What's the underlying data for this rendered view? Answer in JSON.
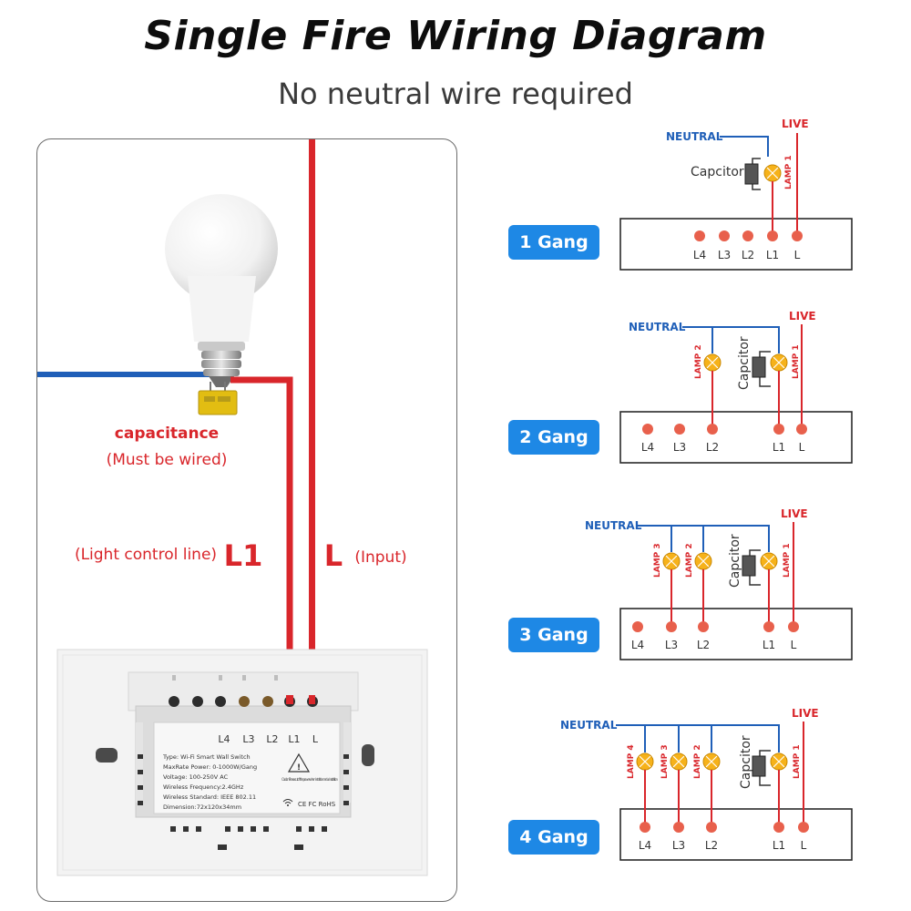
{
  "header": {
    "title": "Single Fire Wiring Diagram",
    "subtitle": "No neutral wire required"
  },
  "left": {
    "capacitance_label": "capacitance",
    "must_be_wired": "(Must be wired)",
    "light_control_label": "(Light control line)",
    "l1_big": "L1",
    "l_big": "L",
    "input_label": "(Input)",
    "switch_terminals": [
      "L4",
      "L3",
      "L2",
      "L1",
      "L"
    ],
    "label_lines": [
      "Type: Wi-Fi Smart Wall Switch",
      "MaxRate Power: 0-1000W/Gang",
      "Voltage: 100-250V AC",
      "Wireless Frequency:2.4GHz",
      "Wireless Standard: IEEE 802.11",
      "Dimension:72x120x34mm"
    ],
    "caution_text": "Caution: Please cut off the power when installation and uninstallation",
    "cert_marks": "CE FC RoHS"
  },
  "gangs": [
    {
      "badge": "1 Gang",
      "neutral": "NEUTRAL",
      "live": "LIVE",
      "capacitor": "Capcitor",
      "lamps": [
        "LAMP 1"
      ],
      "terminals": [
        "L4",
        "L3",
        "L2",
        "L1",
        "L"
      ]
    },
    {
      "badge": "2 Gang",
      "neutral": "NEUTRAL",
      "live": "LIVE",
      "capacitor": "Capcitor",
      "lamps": [
        "LAMP 2",
        "LAMP 1"
      ],
      "terminals": [
        "L4",
        "L3",
        "L2",
        "L1",
        "L"
      ]
    },
    {
      "badge": "3 Gang",
      "neutral": "NEUTRAL",
      "live": "LIVE",
      "capacitor": "Capcitor",
      "lamps": [
        "LAMP 3",
        "LAMP 2",
        "LAMP 1"
      ],
      "terminals": [
        "L4",
        "L3",
        "L2",
        "L1",
        "L"
      ]
    },
    {
      "badge": "4 Gang",
      "neutral": "NEUTRAL",
      "live": "LIVE",
      "capacitor": "Capcitor",
      "lamps": [
        "LAMP 4",
        "LAMP 3",
        "LAMP 2",
        "LAMP 1"
      ],
      "terminals": [
        "L4",
        "L3",
        "L2",
        "L1",
        "L"
      ]
    }
  ],
  "colors": {
    "live_wire": "#d9262b",
    "neutral_wire": "#1f5fb8",
    "badge": "#1e88e5",
    "terminal_dot": "#e8604c",
    "lamp_fill": "#f6b21a"
  }
}
